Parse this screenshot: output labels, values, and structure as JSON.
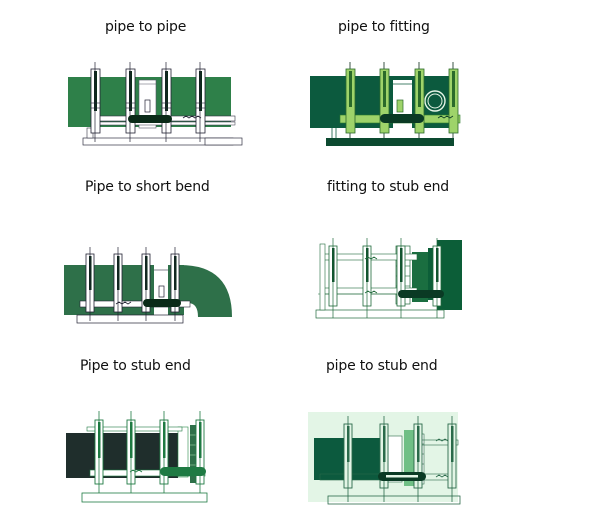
{
  "colors": {
    "pipe_green": "#2e8049",
    "dark_green": "#0c5a3e",
    "light_green": "#9ed36a",
    "clamp_black": "#0a2a18",
    "line_green": "#1f7a43",
    "pale_green": "#e3f5e6",
    "dark_slate": "#1f2e2c"
  },
  "panels": [
    {
      "id": "pipe-to-pipe",
      "label": "pipe to pipe"
    },
    {
      "id": "pipe-to-fitting",
      "label": "pipe to fitting"
    },
    {
      "id": "pipe-to-short-bend",
      "label": "Pipe to short bend"
    },
    {
      "id": "fitting-to-stub-end",
      "label": "fitting to stub end"
    },
    {
      "id": "pipe-to-stub-end-1",
      "label": "Pipe to stub end"
    },
    {
      "id": "pipe-to-stub-end-2",
      "label": "pipe to stub end"
    }
  ]
}
